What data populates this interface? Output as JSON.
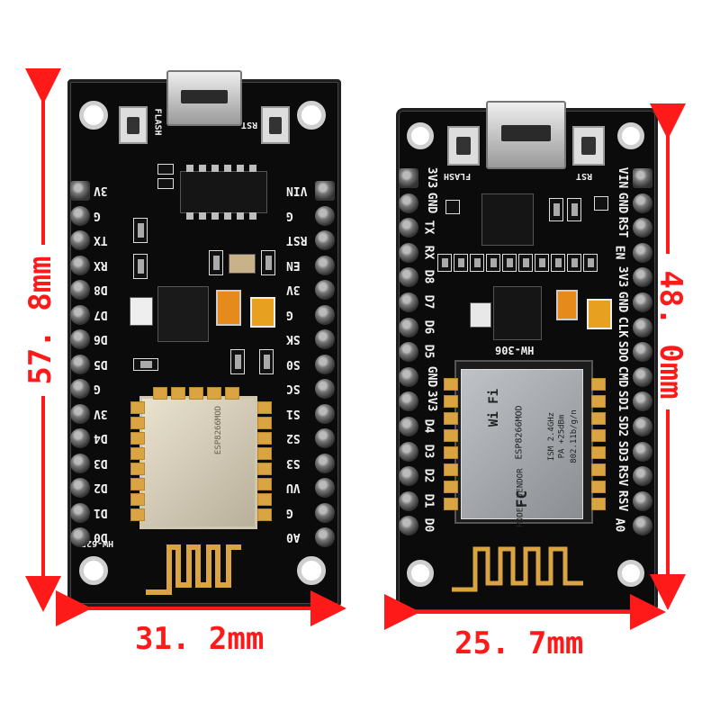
{
  "colors": {
    "measure": "#ff1a1a",
    "pcb": "#0b0b0b",
    "gold": "#d9a441",
    "silk": "#f2f2f2"
  },
  "left_board": {
    "model": "HW-625",
    "buttons": [
      "FLASH",
      "RST"
    ],
    "pins_left": [
      "3V",
      "G",
      "TX",
      "RX",
      "D8",
      "D7",
      "D6",
      "D5",
      "G",
      "3V",
      "D4",
      "D3",
      "D2",
      "D1",
      "D0"
    ],
    "pins_right": [
      "VIN",
      "G",
      "RST",
      "EN",
      "3V",
      "G",
      "SK",
      "S0",
      "SC",
      "S1",
      "S2",
      "S3",
      "VU",
      "G",
      "A0"
    ],
    "module_text": "ESP8266MOD",
    "width_label": "31. 2mm",
    "height_label": "57. 8mm"
  },
  "right_board": {
    "model": "HW-306",
    "buttons": [
      "FLASH",
      "RST"
    ],
    "pins_left": [
      "3V3",
      "GND",
      "TX",
      "RX",
      "D8",
      "D7",
      "D6",
      "D5",
      "GND",
      "3V3",
      "D4",
      "D3",
      "D2",
      "D1",
      "D0"
    ],
    "pins_right": [
      "VIN",
      "GND",
      "RST",
      "EN",
      "3V3",
      "GND",
      "CLK",
      "SDO",
      "CMD",
      "SD1",
      "SD2",
      "SD3",
      "RSV",
      "RSV",
      "A0"
    ],
    "module_brand": "Wi Fi",
    "module_model": "ESP8266MOD",
    "module_specs": [
      "ISM 2.4GHz",
      "PA +25dBm",
      "802.11b/g/n"
    ],
    "module_vendor": "MODEL VENDOR",
    "fcc": "FC",
    "width_label": "25. 7mm",
    "height_label": "48. 0mm"
  }
}
